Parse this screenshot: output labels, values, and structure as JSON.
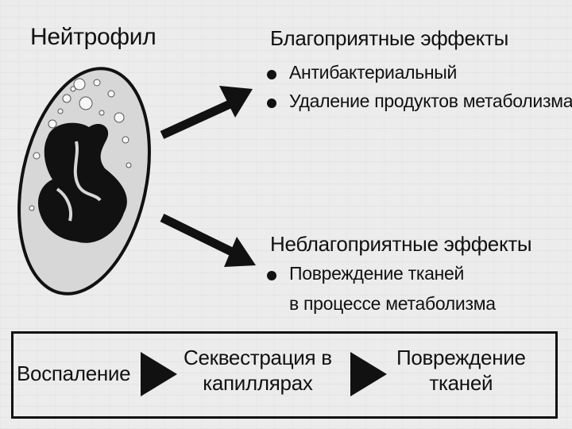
{
  "title": "Нейтрофил",
  "favorable": {
    "heading": "Благоприятные эффекты",
    "items": [
      "Антибактериальный",
      "Удаление продуктов метаболизма"
    ]
  },
  "unfavorable": {
    "heading": "Неблагоприятные эффекты",
    "items": [
      "Повреждение тканей",
      "в процессе метаболизма"
    ]
  },
  "flow": {
    "steps": [
      "Воспаление",
      "Секвестрация в",
      "капиллярах",
      "Повреждение",
      "тканей"
    ]
  }
}
